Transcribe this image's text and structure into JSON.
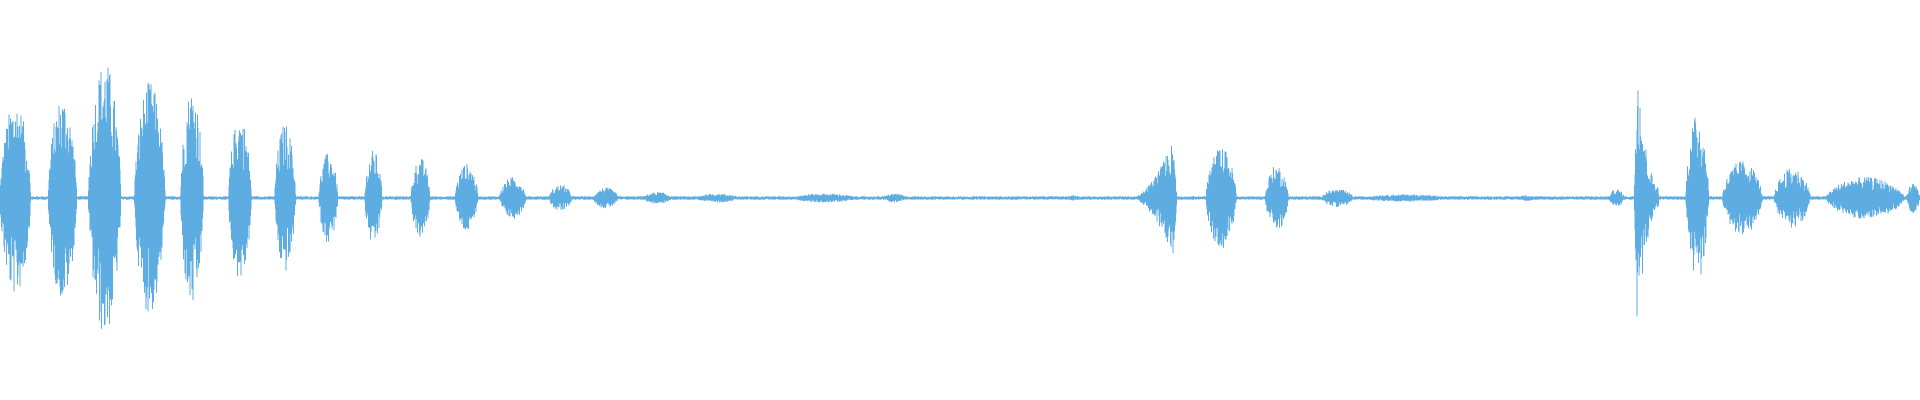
{
  "waveform": {
    "color": "#5dade2",
    "background": "#ffffff",
    "events": [
      {
        "start": 0.0,
        "end": 0.016,
        "amp": 0.65,
        "shape": "flat"
      },
      {
        "start": 0.025,
        "end": 0.04,
        "amp": 0.68,
        "shape": "flat"
      },
      {
        "start": 0.046,
        "end": 0.063,
        "amp": 0.92,
        "shape": "flat"
      },
      {
        "start": 0.07,
        "end": 0.086,
        "amp": 0.78,
        "shape": "flat"
      },
      {
        "start": 0.094,
        "end": 0.106,
        "amp": 0.74,
        "shape": "flat"
      },
      {
        "start": 0.119,
        "end": 0.131,
        "amp": 0.55,
        "shape": "flat"
      },
      {
        "start": 0.143,
        "end": 0.154,
        "amp": 0.5,
        "shape": "flat"
      },
      {
        "start": 0.166,
        "end": 0.176,
        "amp": 0.3,
        "shape": "flat"
      },
      {
        "start": 0.19,
        "end": 0.199,
        "amp": 0.32,
        "shape": "flat"
      },
      {
        "start": 0.214,
        "end": 0.224,
        "amp": 0.27,
        "shape": "flat"
      },
      {
        "start": 0.237,
        "end": 0.249,
        "amp": 0.23,
        "shape": "flat"
      },
      {
        "start": 0.26,
        "end": 0.274,
        "amp": 0.14,
        "shape": "flat"
      },
      {
        "start": 0.286,
        "end": 0.298,
        "amp": 0.09,
        "shape": "flat"
      },
      {
        "start": 0.309,
        "end": 0.322,
        "amp": 0.07,
        "shape": "flat"
      },
      {
        "start": 0.335,
        "end": 0.35,
        "amp": 0.04,
        "shape": "flat"
      },
      {
        "start": 0.362,
        "end": 0.385,
        "amp": 0.03,
        "shape": "flat"
      },
      {
        "start": 0.412,
        "end": 0.447,
        "amp": 0.03,
        "shape": "flat"
      },
      {
        "start": 0.46,
        "end": 0.472,
        "amp": 0.03,
        "shape": "flat"
      },
      {
        "start": 0.555,
        "end": 0.563,
        "amp": 0.02,
        "shape": "flat"
      },
      {
        "start": 0.59,
        "end": 0.613,
        "amp": 0.45,
        "shape": "rise"
      },
      {
        "start": 0.628,
        "end": 0.644,
        "amp": 0.34,
        "shape": "flat"
      },
      {
        "start": 0.659,
        "end": 0.671,
        "amp": 0.22,
        "shape": "flat"
      },
      {
        "start": 0.688,
        "end": 0.705,
        "amp": 0.06,
        "shape": "flat"
      },
      {
        "start": 0.708,
        "end": 0.755,
        "amp": 0.025,
        "shape": "flat"
      },
      {
        "start": 0.79,
        "end": 0.8,
        "amp": 0.02,
        "shape": "flat"
      },
      {
        "start": 0.838,
        "end": 0.846,
        "amp": 0.06,
        "shape": "flat"
      },
      {
        "start": 0.851,
        "end": 0.864,
        "amp": 1.0,
        "shape": "spike"
      },
      {
        "start": 0.878,
        "end": 0.89,
        "amp": 0.56,
        "shape": "flat"
      },
      {
        "start": 0.897,
        "end": 0.918,
        "amp": 0.25,
        "shape": "flat"
      },
      {
        "start": 0.924,
        "end": 0.943,
        "amp": 0.2,
        "shape": "flat"
      },
      {
        "start": 0.951,
        "end": 0.992,
        "amp": 0.14,
        "shape": "flat"
      },
      {
        "start": 0.993,
        "end": 1.0,
        "amp": 0.1,
        "shape": "flat"
      }
    ],
    "baseline_noise": 0.012
  }
}
